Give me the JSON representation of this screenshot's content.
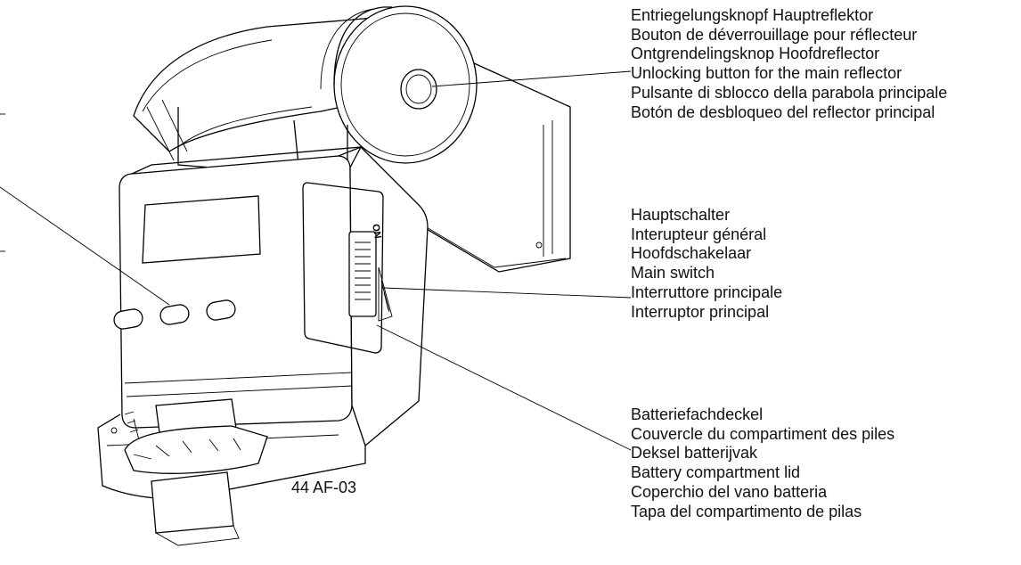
{
  "labels": {
    "main_reflector_release": [
      "Entriegelungsknopf Hauptreflektor",
      "Bouton de déverrouillage pour réflecteur",
      "Ontgrendelingsknop Hoofdreflector",
      "Unlocking button for the main reflector",
      "Pulsante di sblocco della parabola principale",
      "Botón de desbloqueo del reflector principal"
    ],
    "main_switch": [
      "Hauptschalter",
      "Interupteur général",
      "Hoofdschakelaar",
      "Main switch",
      "Interruttore principale",
      "Interruptor principal"
    ],
    "battery_lid": [
      "Batteriefachdeckel",
      "Couvercle du compartiment des piles",
      "Deksel batterijvak",
      "Battery compartment lid",
      "Coperchio del vano batteria",
      "Tapa del compartimento de pilas"
    ]
  },
  "switch_marking": "ON",
  "model_code": "44 AF-03"
}
